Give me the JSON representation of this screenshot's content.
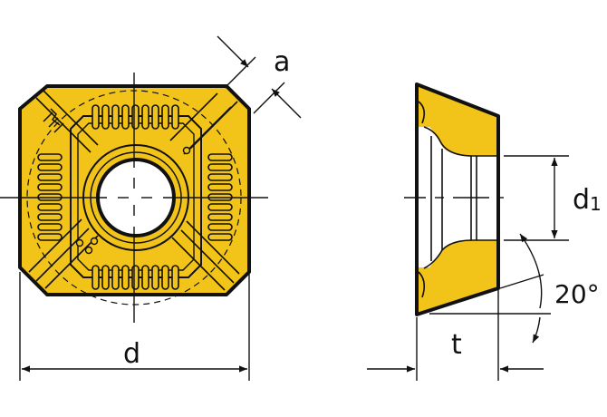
{
  "colors": {
    "insert_fill": "#f2c319",
    "outline": "#111111",
    "background": "#ffffff",
    "center_line": "#111111"
  },
  "labels": {
    "d": "d",
    "a": "a",
    "t": "t",
    "d1_main": "d",
    "d1_sub": "1",
    "angle": "20°"
  }
}
